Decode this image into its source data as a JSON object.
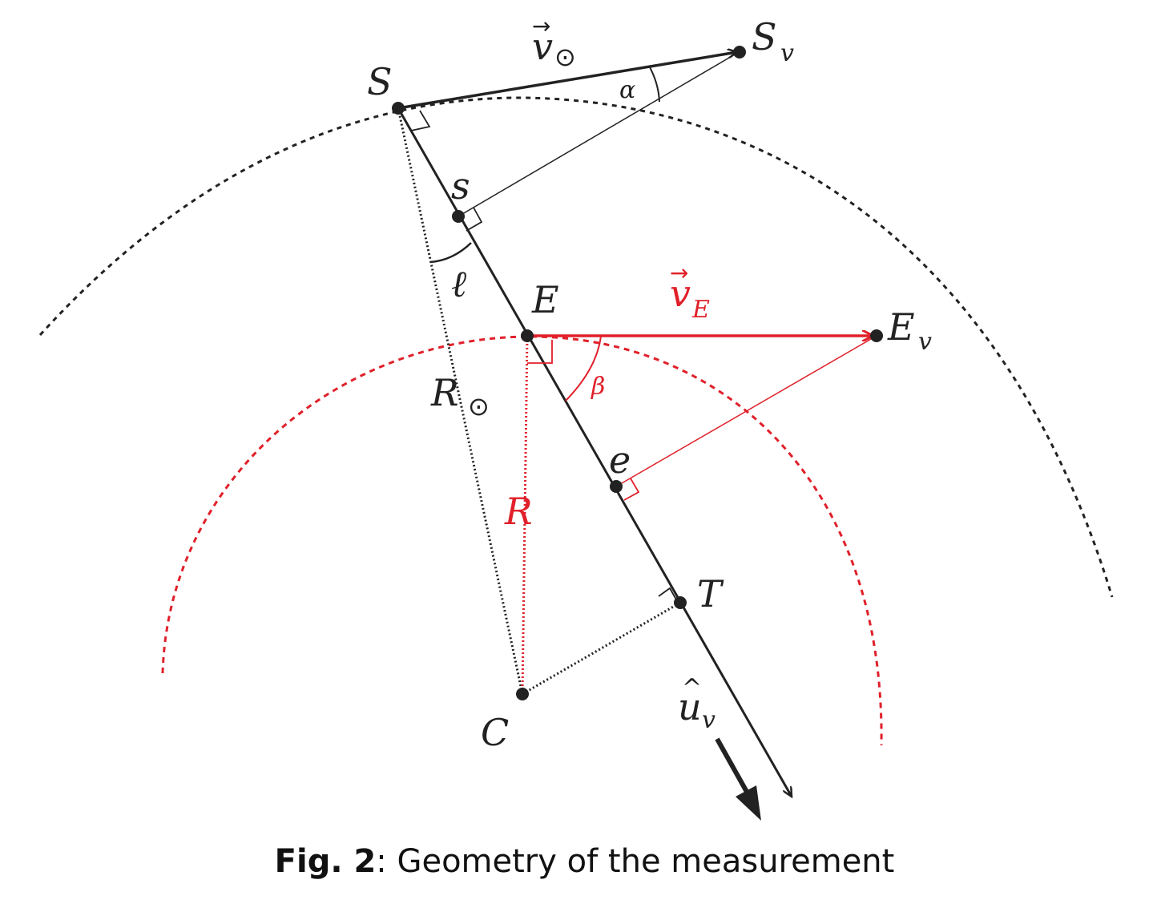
{
  "colors": {
    "black": "#222222",
    "red": "#e0202a"
  },
  "labels": {
    "S": "S",
    "Sv": "S",
    "Sv_sub": "v",
    "v_sun": "v",
    "v_sun_sub": "⊙",
    "alpha": "α",
    "s": "s",
    "ell": "ℓ",
    "E": "E",
    "Ev": "E",
    "Ev_sub": "v",
    "vE": "v",
    "vE_sub": "E",
    "beta": "β",
    "R_sun": "R",
    "R_sun_sub": "⊙",
    "R": "R",
    "e": "e",
    "T": "T",
    "C": "C",
    "uv": "u",
    "uv_sub": "v",
    "uv_hat": "^"
  },
  "caption": {
    "prefix": "Fig. 2",
    "text": ": Geometry of the measurement"
  }
}
